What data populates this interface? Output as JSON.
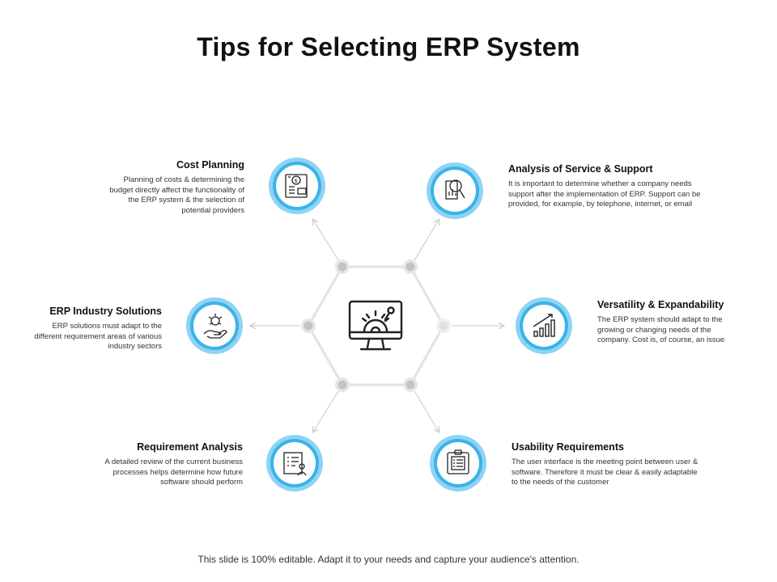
{
  "title": "Tips for Selecting ERP System",
  "footer": "This slide is 100% editable. Adapt it to your needs and capture your audience's attention.",
  "colors": {
    "ring_outer": "#8fd3f4",
    "ring_inner": "#3ab3e8",
    "connector": "#d9d9d9",
    "arrow": "#c8c8c8",
    "icon": "#222222"
  },
  "center": {
    "icon": "monitor-gear-icon"
  },
  "tips": [
    {
      "heading": "Cost Planning",
      "body": "Planning of costs & determining the budget directly affect the functionality of the ERP system & the selection of potential providers",
      "icon": "budget-document-icon"
    },
    {
      "heading": "Analysis of Service & Support",
      "body": "It is important to determine whether a company needs support after the implementation of ERP. Support can be provided, for example, by telephone, internet, or email",
      "icon": "magnifier-chart-icon"
    },
    {
      "heading": "ERP Industry Solutions",
      "body": "ERP solutions must adapt to the different requirement areas of various industry sectors",
      "icon": "hand-gear-icon"
    },
    {
      "heading": "Versatility & Expandability",
      "body": "The ERP system should adapt to the growing or changing needs of the company. Cost is, of course, an issue",
      "icon": "growth-chart-icon"
    },
    {
      "heading": "Requirement Analysis",
      "body": "A detailed review of the current business processes helps determine how future software should perform",
      "icon": "checklist-user-icon"
    },
    {
      "heading": "Usability Requirements",
      "body": "The user interface is the meeting point between user & software. Therefore it must be clear & easily adaptable to the needs of the customer",
      "icon": "clipboard-list-icon"
    }
  ]
}
